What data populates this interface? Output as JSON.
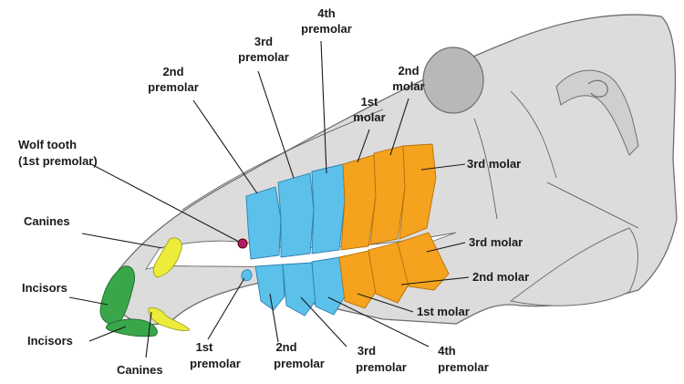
{
  "labels": {
    "upper_p4": [
      "4th",
      "premolar"
    ],
    "upper_p3": [
      "3rd",
      "premolar"
    ],
    "upper_p2": [
      "2nd",
      "premolar"
    ],
    "upper_m2": [
      "2nd",
      "molar"
    ],
    "upper_m1": [
      "1st",
      "molar"
    ],
    "upper_m3": "3rd molar",
    "wolf_tooth": [
      "Wolf tooth",
      "(1st premolar)"
    ],
    "upper_canines": "Canines",
    "upper_incisors": "Incisors",
    "lower_incisors": "Incisors",
    "lower_canines": "Canines",
    "lower_m3": "3rd molar",
    "lower_m2": "2nd molar",
    "lower_m1": "1st molar",
    "lower_p1": [
      "1st",
      "premolar"
    ],
    "lower_p2": [
      "2nd",
      "premolar"
    ],
    "lower_p3": [
      "3rd",
      "premolar"
    ],
    "lower_p4": [
      "4th",
      "premolar"
    ]
  },
  "colors": {
    "skull": "#dcdcdc",
    "skull_outline": "#6e6e6e",
    "premolar": "#5bc0ea",
    "molar": "#f5a21e",
    "canine": "#ecec3a",
    "incisor": "#3aa64a",
    "wolf_tooth": "#b01e64"
  }
}
